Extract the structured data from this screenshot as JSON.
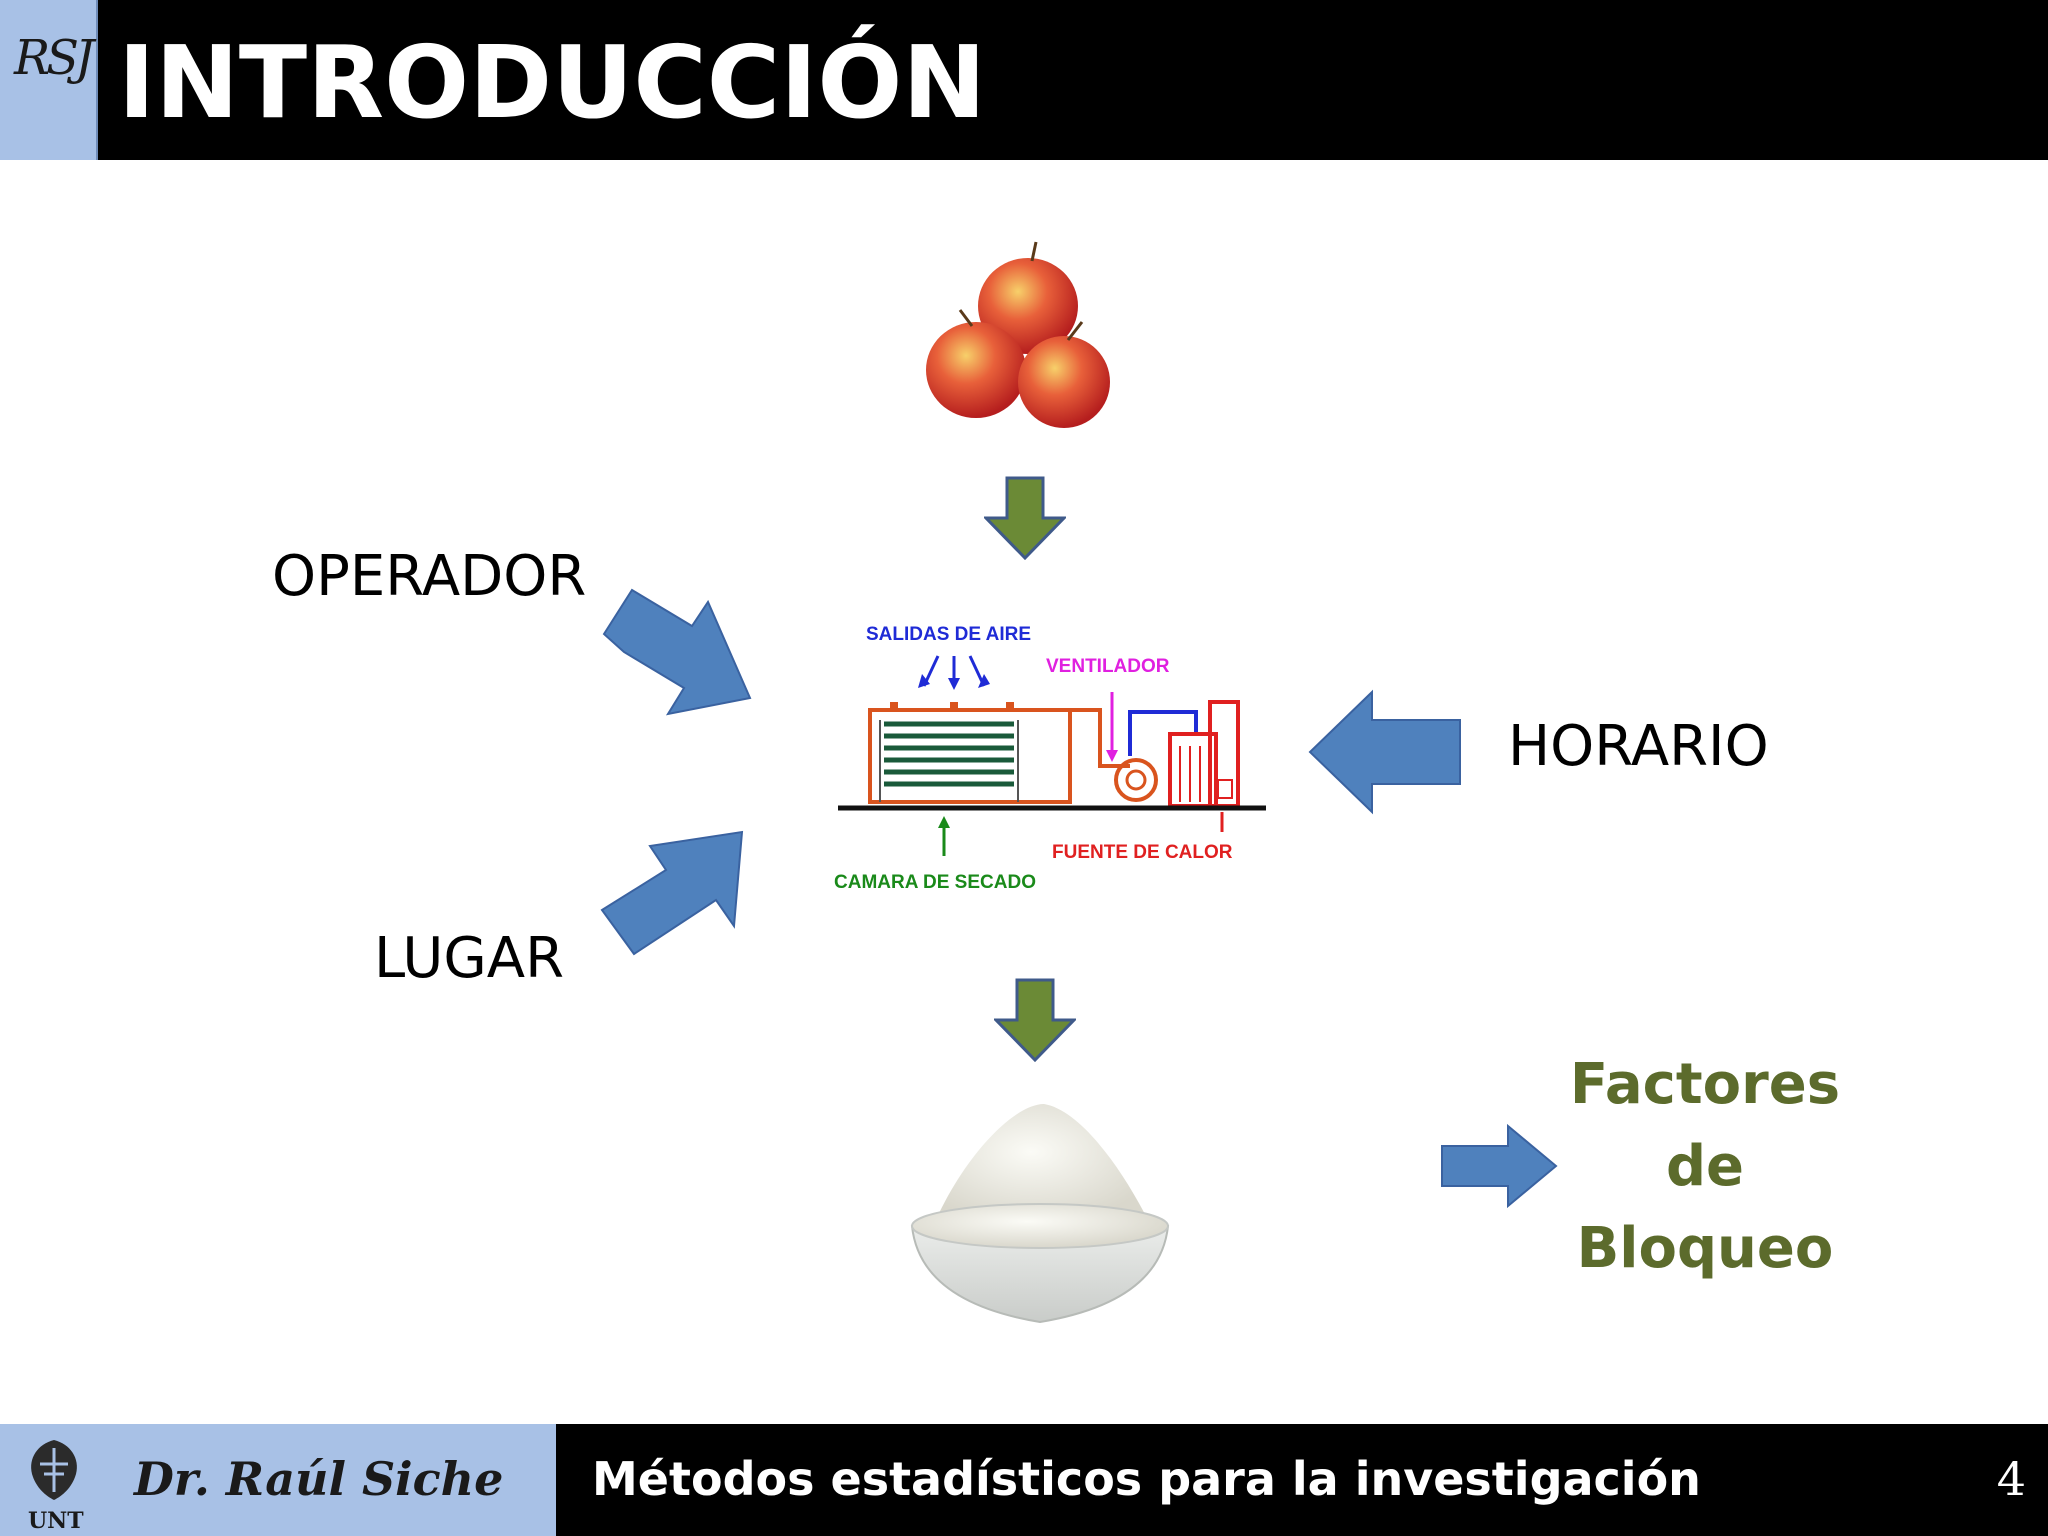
{
  "header": {
    "logo_text": "RSJ",
    "title": "INTRODUCCIÓN"
  },
  "factors": {
    "operator": "OPERADOR",
    "place": "LUGAR",
    "schedule": "HORARIO"
  },
  "dryer_diagram": {
    "air_outlets": "SALIDAS DE AIRE",
    "fan": "VENTILADOR",
    "heat_source": "FUENTE DE CALOR",
    "drying_chamber": "CAMARA DE SECADO"
  },
  "blocking_label": {
    "line1": "Factores",
    "line2": "de",
    "line3": "Bloqueo"
  },
  "footer": {
    "institution": "UNT",
    "author": "Dr. Raúl Siche",
    "course": "Métodos estadísticos para la investigación",
    "page_number": "4"
  },
  "colors": {
    "header_bg": "#000000",
    "logo_bg": "#a8c1e6",
    "blue_arrow": "#4f81bd",
    "green_arrow": "#6b8a36",
    "blocking_text": "#5c6b2c",
    "diagram_blue": "#1f2bd6",
    "diagram_magenta": "#e020e0",
    "diagram_red": "#e02020",
    "diagram_green": "#1a8a1a",
    "diagram_orange": "#d9541e"
  }
}
